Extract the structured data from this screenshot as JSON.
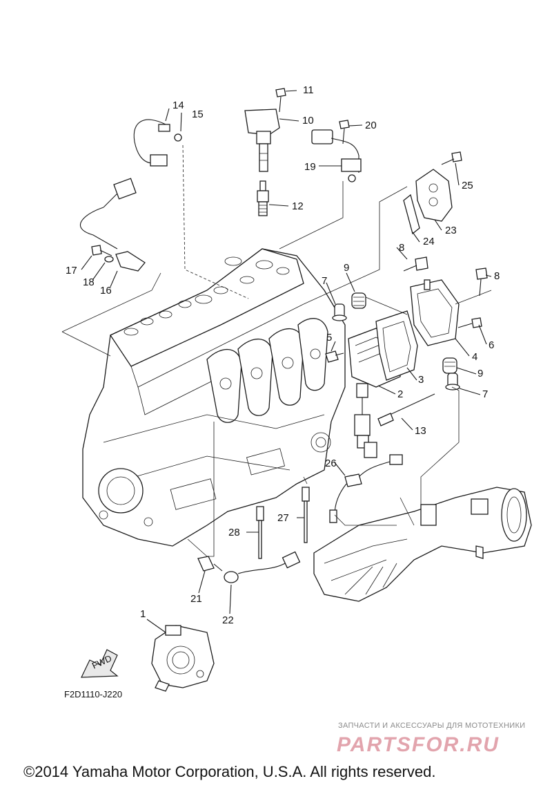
{
  "diagram": {
    "code": "F2D1110-J220",
    "fwd_label": "FWD",
    "copyright": "©2014 Yamaha Motor Corporation, U.S.A. All rights reserved.",
    "watermark_tagline": "ЗАПЧАСТИ И АКСЕССУАРЫ ДЛЯ МОТОТЕХНИКИ",
    "watermark_logo": "PARTSFOR.RU"
  },
  "callouts": [
    "1",
    "2",
    "3",
    "4",
    "5",
    "6",
    "7",
    "7",
    "8",
    "8",
    "9",
    "9",
    "10",
    "11",
    "12",
    "13",
    "14",
    "15",
    "16",
    "17",
    "18",
    "19",
    "20",
    "21",
    "22",
    "23",
    "24",
    "25",
    "26",
    "27",
    "28"
  ]
}
